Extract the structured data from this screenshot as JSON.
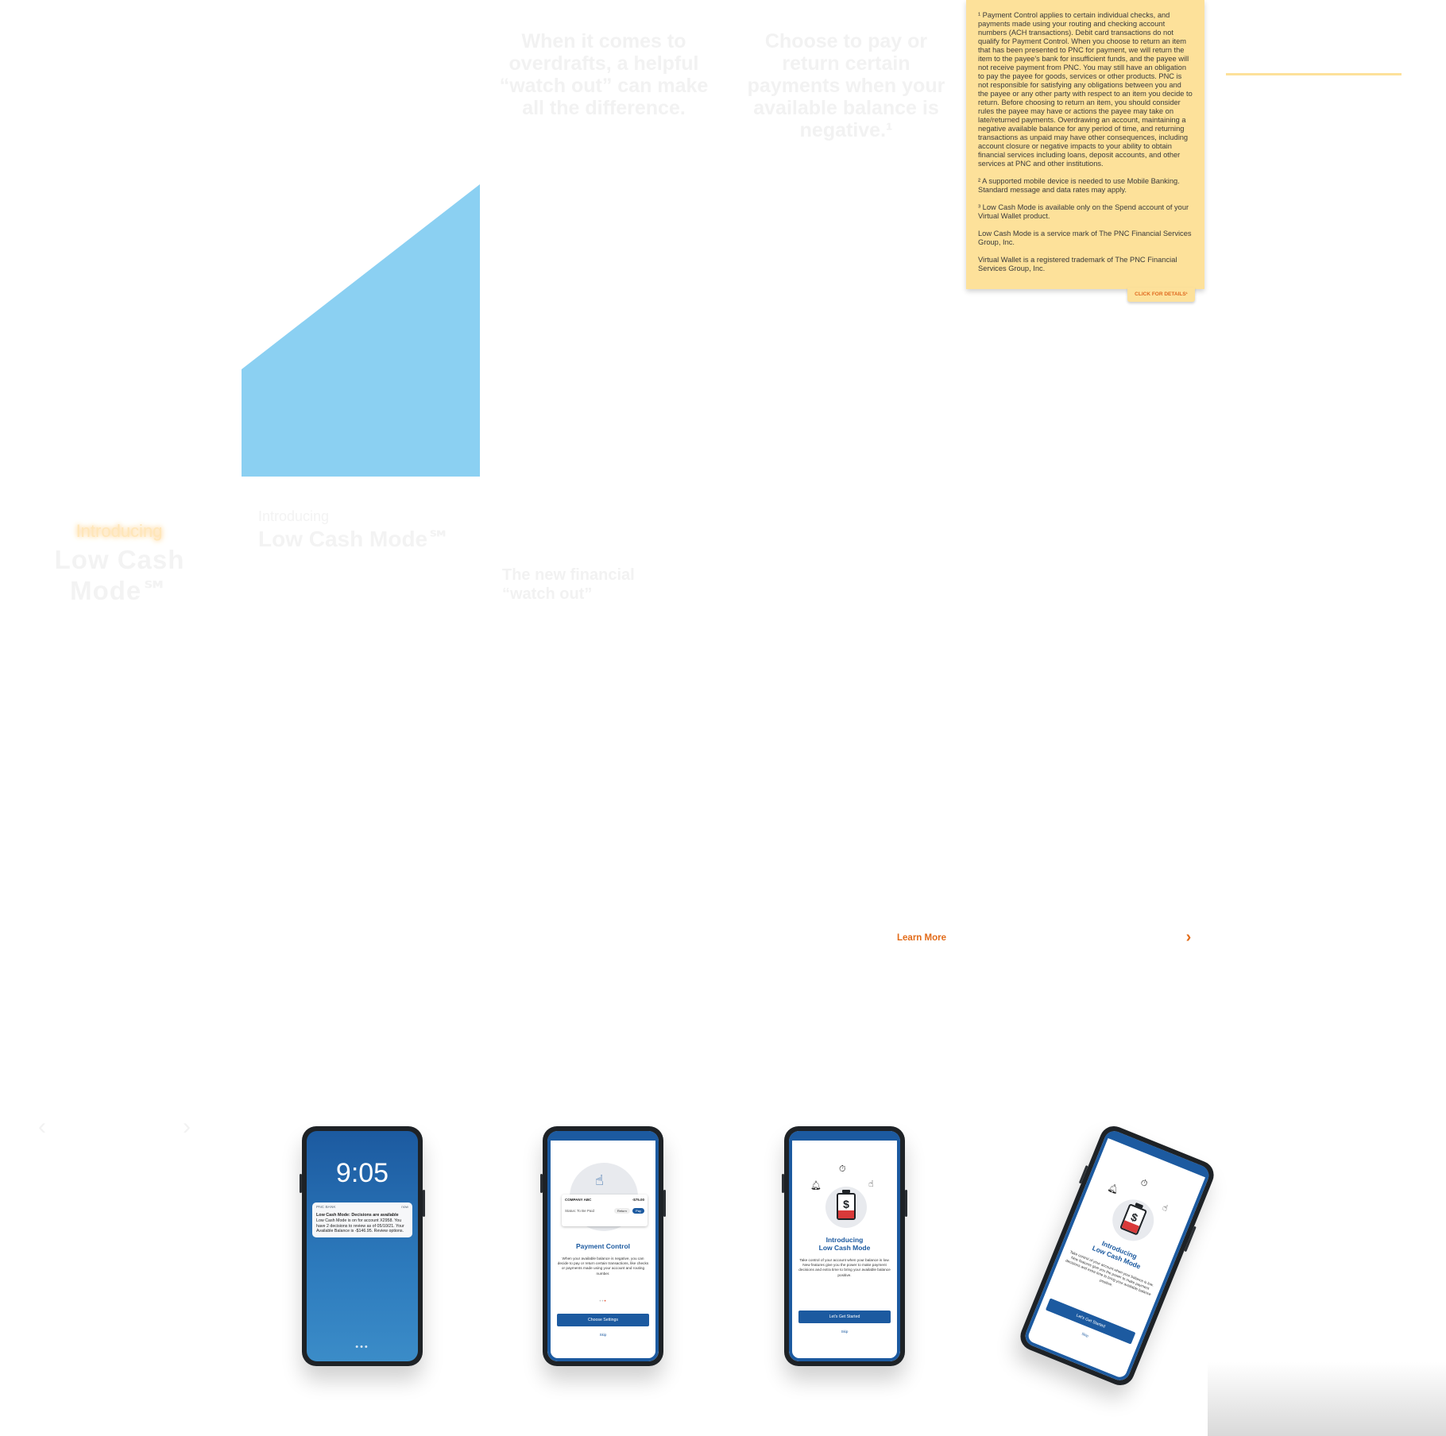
{
  "ghost": {
    "col1": "When it comes to overdrafts, a helpful “watch out” can make all the difference.",
    "col2": "Choose to pay or return certain payments when your available balance is negative.¹",
    "intro_small": "Introducing",
    "lcm_big": "Low Cash Mode℠",
    "left_intro": "Introducing",
    "left_lcm": "Low Cash Mode℠",
    "left_sub": "",
    "watch_title_1": "The new financial",
    "watch_title_2": "“watch out”",
    "right_ghost": ""
  },
  "disclosure": {
    "p1": "¹ Payment Control applies to certain individual checks, and payments made using your routing and checking account numbers (ACH transactions). Debit card transactions do not qualify for Payment Control. When you choose to return an item that has been presented to PNC for payment, we will return the item to the payee's bank for insufficient funds, and the payee will not receive payment from PNC. You may still have an obligation to pay the payee for goods, services or other products.  PNC is not responsible for satisfying any obligations between you and the payee or any other party with respect to an item you decide to return.  Before choosing to return an item, you should consider rules the payee may have or actions the payee may take on late/returned payments. Overdrawing an account, maintaining a negative available balance for any period of time, and returning transactions as unpaid may have other consequences, including account closure or negative impacts to your ability to obtain financial services including loans, deposit accounts, and other services at PNC and other institutions.",
    "p2": "² A supported mobile device is needed to use Mobile Banking. Standard message and data rates may apply.",
    "p3": "³ Low Cash Mode is available only on the Spend account of your Virtual Wallet product.",
    "p4": "Low Cash Mode is a service mark of The PNC Financial Services Group, Inc.",
    "p5": "Virtual Wallet is a registered trademark of The PNC Financial Services Group, Inc.",
    "tab": "CLICK FOR DETAILS¹"
  },
  "cta": {
    "learn_more": "Learn More",
    "chevron": "›"
  },
  "phone1": {
    "time": "9:05",
    "app": "PNC BANK",
    "when": "now",
    "title": "Low Cash Mode: Decisions are available",
    "body": "Low Cash Mode is on for account X2958. You have 2 decisions to review as of 05/10/21. Your Available Balance is -$146.95. Review options.",
    "dots": "•••"
  },
  "phone2": {
    "company": "COMPANY ABC",
    "amount": "-$75.00",
    "status": "Status: To Be Paid",
    "return": "Return",
    "pay": "Pay",
    "title": "Payment Control",
    "body": "When your available balance is negative, you can decide to pay or return certain transactions, like checks or payments made using your account and routing number.",
    "button": "Choose Settings",
    "skip": "Skip"
  },
  "phone3": {
    "title_1": "Introducing",
    "title_2": "Low Cash Mode",
    "body": "Take control of your account when your balance is low. New features give you the power to make payment decisions and extra time to bring your available balance positive.",
    "button": "Let's Get Started",
    "skip": "Skip"
  },
  "phone4": {
    "title_1": "Introducing",
    "title_2": "Low Cash Mode",
    "body": "Take control of your account when your balance is low. New features give you the power to make payment decisions and extra time to bring your available balance positive.",
    "button": "Let's Get Started",
    "skip": "Skip"
  },
  "colors": {
    "pnc_blue": "#1c5aa0",
    "light_blue_shape": "#8bd0f2",
    "note_yellow": "#fde19a",
    "orange": "#e26b19"
  }
}
